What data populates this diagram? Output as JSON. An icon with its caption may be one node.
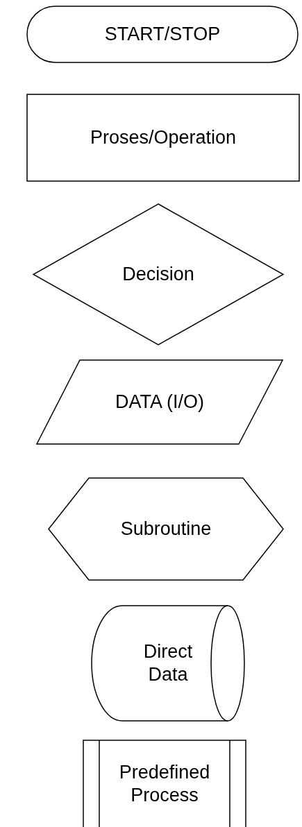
{
  "diagram": {
    "nodes": [
      {
        "text": [
          "START/STOP"
        ]
      },
      {
        "text": [
          "Proses/Operation"
        ]
      },
      {
        "text": [
          "Decision"
        ]
      },
      {
        "text": [
          "DATA (I/O)"
        ]
      },
      {
        "text": [
          "Subroutine"
        ]
      },
      {
        "text": [
          "Direct Data"
        ]
      },
      {
        "text": [
          "Predefined Process"
        ]
      }
    ]
  }
}
